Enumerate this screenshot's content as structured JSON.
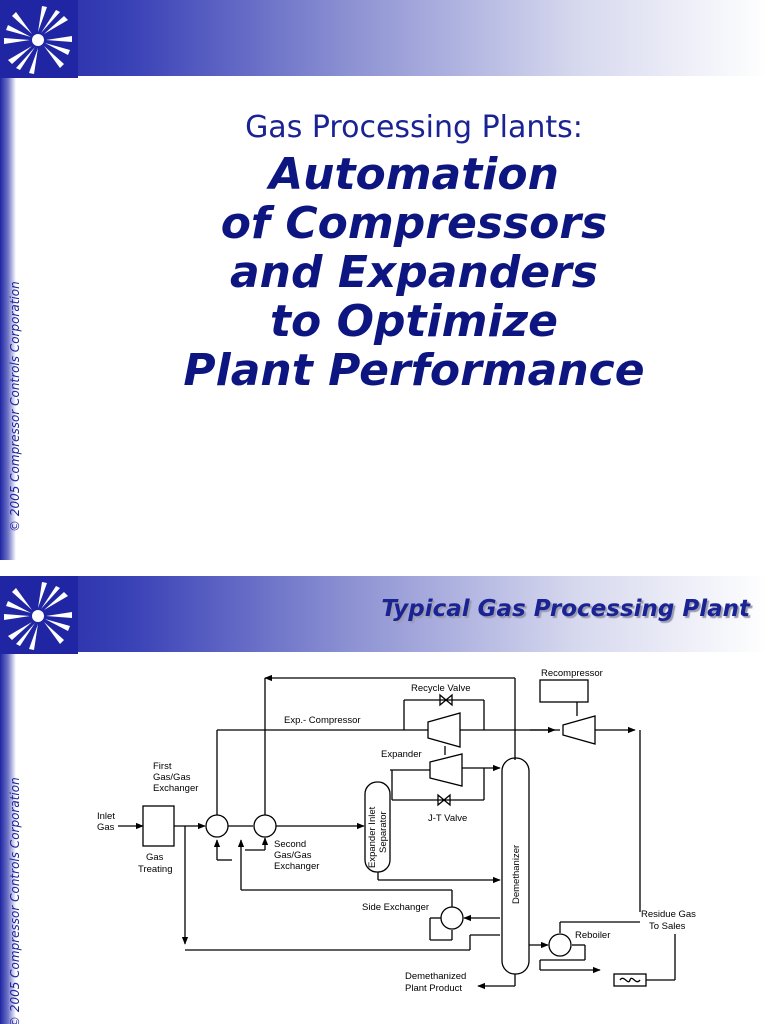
{
  "slide1": {
    "subtitle": "Gas Processing Plants:",
    "title_lines": [
      "Automation",
      "of Compressors",
      "and Expanders",
      "to Optimize",
      "Plant Performance"
    ],
    "copyright": "© 2005  Compressor Controls Corporation"
  },
  "slide2": {
    "heading": "Typical Gas Processing Plant",
    "copyright": "© 2005  Compressor Controls Corporation",
    "diagram_labels": {
      "inlet": "Inlet",
      "gas": "Gas",
      "first": "First",
      "gas_gas": "Gas/Gas",
      "exchanger": "Exchanger",
      "gas2": "Gas",
      "treating": "Treating",
      "second": "Second",
      "gas_gas2": "Gas/Gas",
      "exchanger2": "Exchanger",
      "exp_compressor": "Exp.- Compressor",
      "recycle_valve": "Recycle Valve",
      "expander": "Expander",
      "jt_valve": "J-T Valve",
      "expander_inlet": "Expander Inlet",
      "separator": "Separator",
      "demethanizer": "Demethanizer",
      "recompressor": "Recompressor",
      "side_exchanger": "Side Exchanger",
      "reboiler": "Reboiler",
      "residue_gas": "Residue Gas",
      "to_sales": "To Sales",
      "demethanized": "Demethanized",
      "plant_product": "Plant Product"
    }
  },
  "colors": {
    "brand_blue": "#1f25a3",
    "title_blue": "#0d1580"
  }
}
